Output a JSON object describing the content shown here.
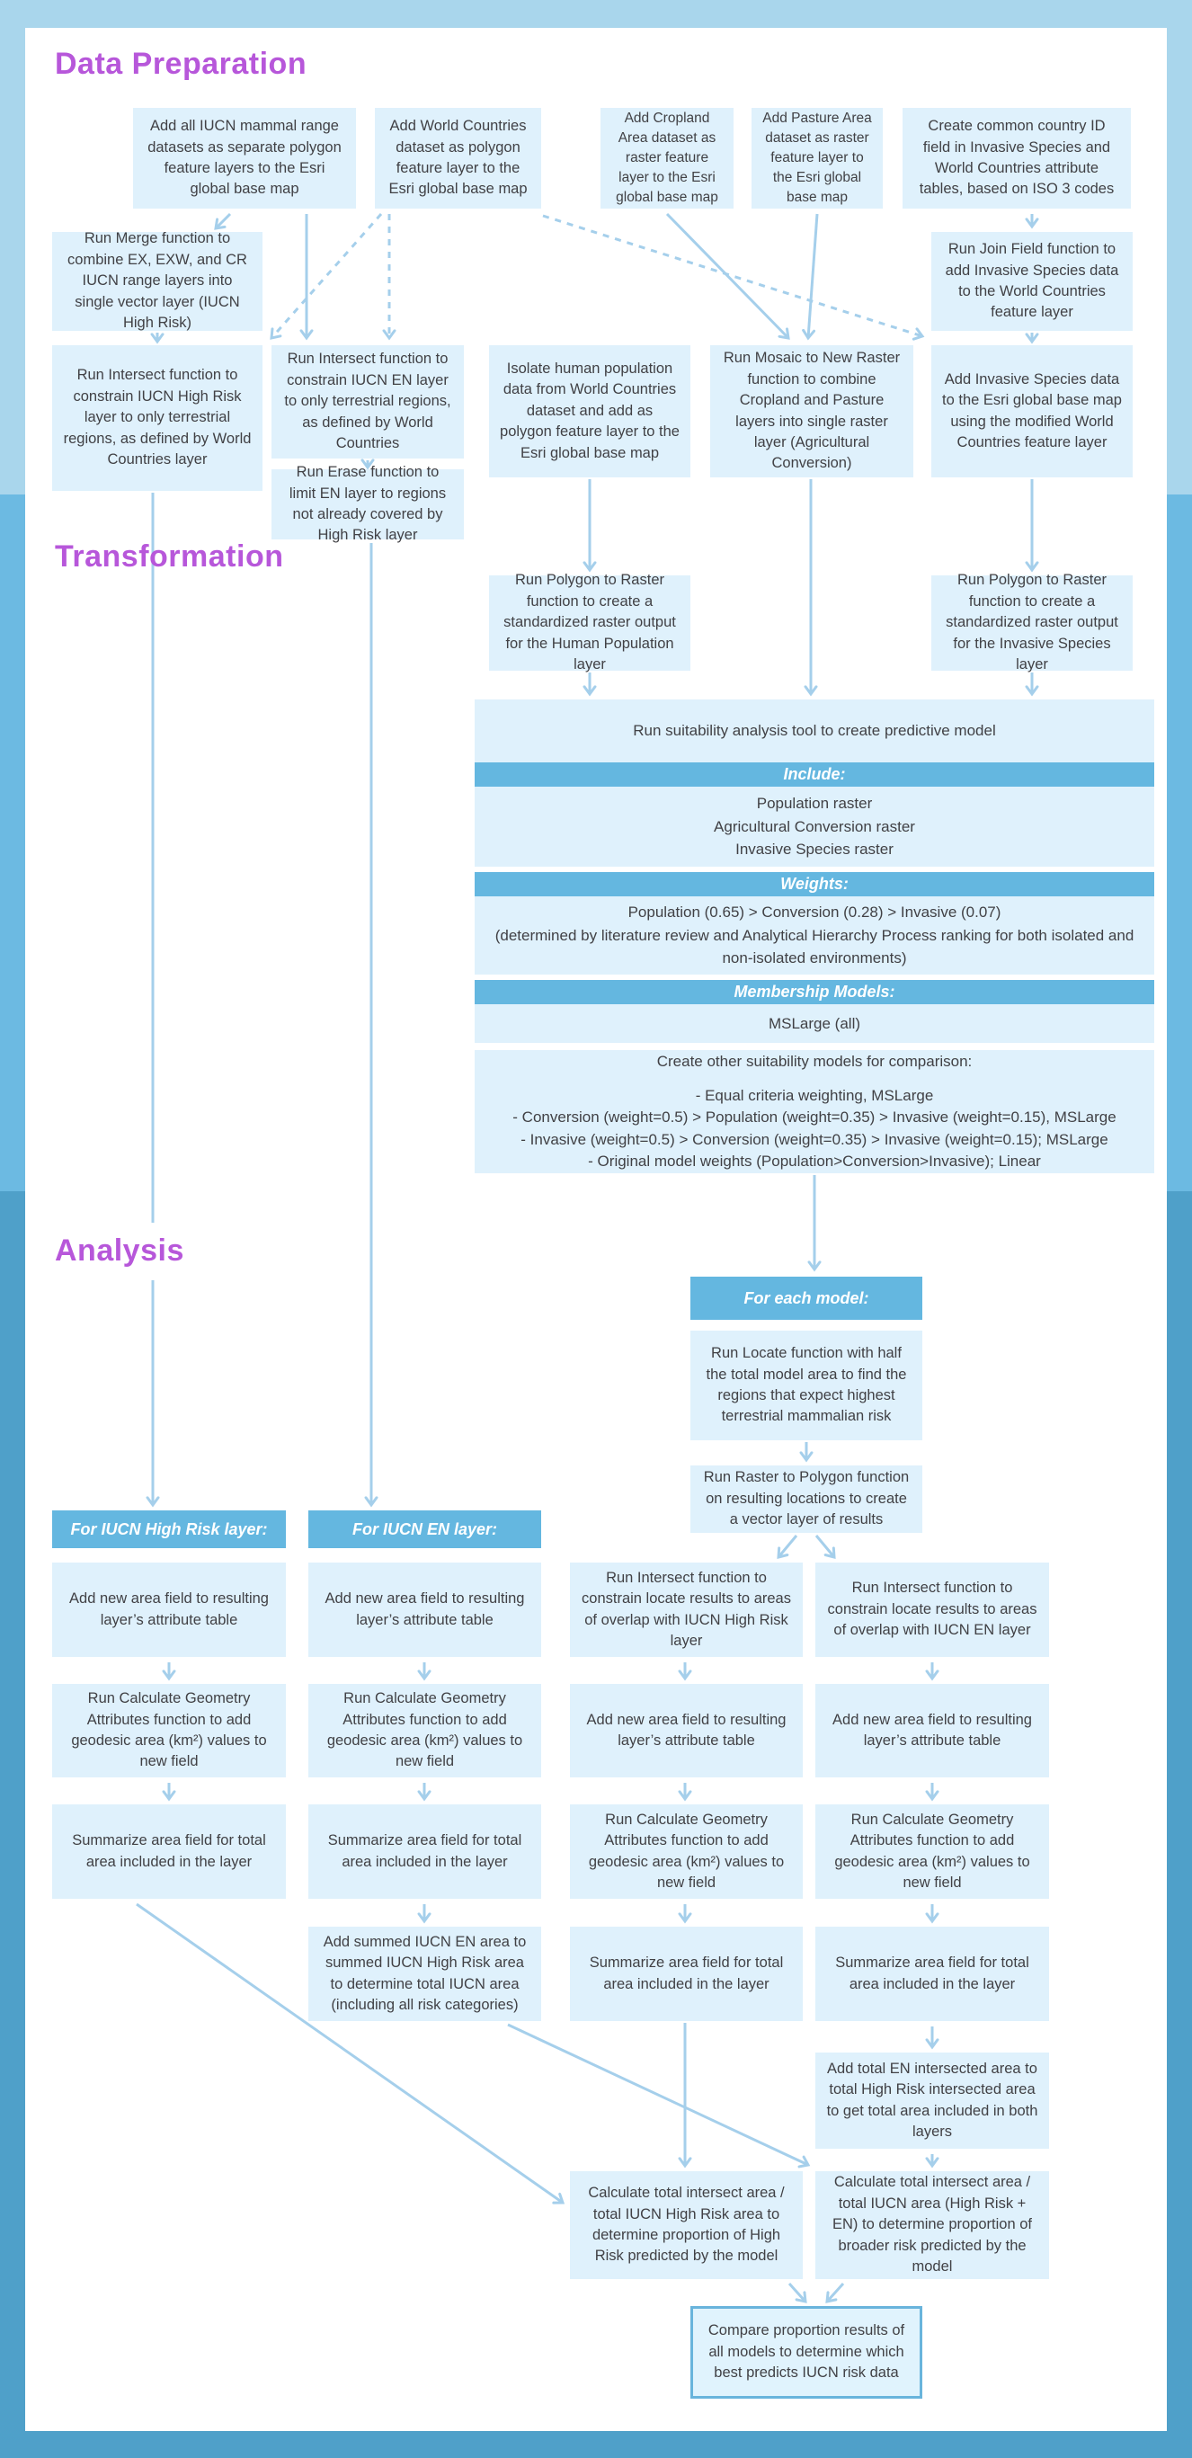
{
  "colors": {
    "band_top": "#a9d6ec",
    "band_mid": "#6cbae2",
    "band_bottom": "#4fa0c9",
    "node_fill": "#dff1fc",
    "header_bar_fill": "#64b7e0",
    "section_title": "#b757da",
    "arrow": "#a5cfeb",
    "compare_border": "#69b4dc"
  },
  "data_preparation": {
    "title": "Data Preparation",
    "steps": {
      "add_iucn_ranges": "Add all IUCN mammal range datasets as separate polygon feature layers to the Esri global base map",
      "add_world_countries": "Add World Countries dataset as polygon feature layer to the Esri global base map",
      "add_cropland": "Add Cropland Area dataset as raster feature layer to the Esri global base map",
      "add_pasture": "Add Pasture Area dataset as raster feature layer to the Esri global base map",
      "create_country_id": "Create common country ID field in Invasive Species and World Countries attribute tables, based on ISO 3 codes",
      "merge_high_risk": "Run Merge function to combine EX, EXW, and CR IUCN range layers into single vector layer (IUCN High Risk)",
      "join_field": "Run Join Field function to add Invasive Species data to the World Countries feature layer",
      "intersect_high_risk": "Run Intersect function to constrain IUCN High Risk layer to only terrestrial regions, as defined by World Countries layer",
      "intersect_en": "Run Intersect function to constrain IUCN EN layer to only terrestrial regions, as defined by World Countries",
      "isolate_population": "Isolate human population data from World Countries dataset and add as polygon feature layer to the Esri global base map",
      "mosaic_raster": "Run Mosaic to New Raster function to combine Cropland and Pasture layers into single raster layer (Agricultural Conversion)",
      "add_invasive": "Add Invasive Species data to the Esri global base map using the modified World Countries feature layer",
      "erase_en": "Run Erase function to limit EN layer to regions not already covered by High Risk layer"
    }
  },
  "transformation": {
    "title": "Transformation",
    "steps": {
      "raster_population": "Run Polygon to Raster function to create a standardized raster output for the Human Population layer",
      "raster_invasive": "Run Polygon to Raster function to create a standardized raster output for the Invasive Species layer",
      "suitability": "Run suitability analysis tool to create predictive model"
    },
    "model_spec": {
      "include_label": "Include:",
      "include_items": [
        "Population raster",
        "Agricultural Conversion raster",
        "Invasive Species raster"
      ],
      "weights_label": "Weights:",
      "weights_ranking": "Population (0.65) > Conversion (0.28) > Invasive (0.07)",
      "weights_note": "(determined by literature review and Analytical Hierarchy Process ranking for both isolated and non-isolated environments)",
      "membership_label": "Membership Models:",
      "membership_value": "MSLarge (all)"
    },
    "other_models": {
      "title": "Create other suitability models for comparison:",
      "items": [
        "- Equal criteria weighting, MSLarge",
        "- Conversion (weight=0.5) > Population (weight=0.35) > Invasive (weight=0.15), MSLarge",
        "- Invasive (weight=0.5) > Conversion (weight=0.35) > Invasive (weight=0.15); MSLarge",
        "- Original model weights (Population>Conversion>Invasive); Linear"
      ]
    }
  },
  "analysis": {
    "title": "Analysis",
    "for_each_model_label": "For each model:",
    "column_headers": {
      "high_risk": "For IUCN High Risk layer:",
      "en": "For IUCN EN layer:"
    },
    "steps": {
      "locate": "Run Locate function with half the total model area to find the regions that expect highest terrestrial mammalian risk",
      "raster_to_polygon": "Run Raster to Polygon function on resulting locations to create a vector layer of results",
      "intersect_locate_high_risk": "Run Intersect function to constrain locate results to areas of overlap with IUCN High Risk layer",
      "intersect_locate_en": "Run Intersect function to constrain locate results to areas of overlap with IUCN EN layer",
      "add_area_field": "Add new area field to resulting layer’s attribute table",
      "calc_geometry": "Run Calculate Geometry Attributes function to add geodesic area (km²) values to new field",
      "summarize_area": "Summarize area field for total area included in the layer",
      "add_summed_iucn": "Add summed IUCN EN area to summed IUCN High Risk area to determine total IUCN area (including all risk categories)",
      "add_total_en": "Add total EN intersected area to total High Risk intersected area to get total area included in both layers",
      "calc_high_risk": "Calculate total intersect area / total IUCN High Risk area to determine proportion of High Risk predicted by the model",
      "calc_broader": "Calculate total intersect area / total IUCN area (High Risk + EN) to determine proportion of broader risk predicted by the model",
      "compare": "Compare proportion results of all models to determine which best predicts IUCN risk data"
    }
  }
}
